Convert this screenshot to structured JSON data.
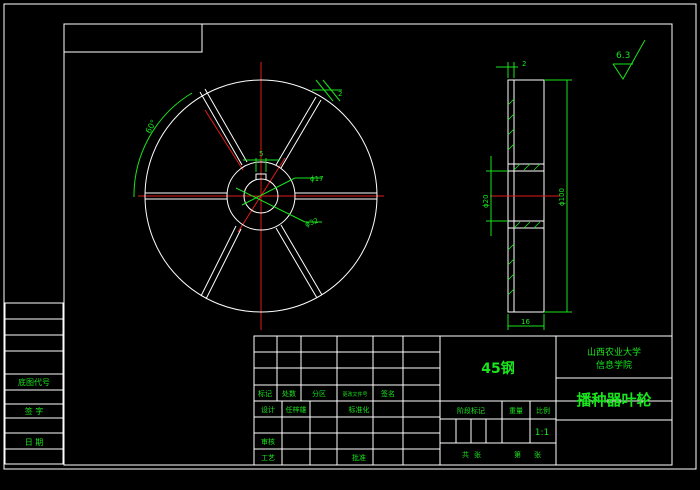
{
  "drawing": {
    "material": "45钢",
    "school_line1": "山西农业大学",
    "school_line2": "信息学院",
    "part_name": "播种器叶轮",
    "scale": "1:1"
  },
  "front_view": {
    "angle_label": "60°",
    "width_label": "2",
    "keyway_label": "5",
    "hole_dia_label": "ϕ17",
    "hub_dia_label": "ϕ32"
  },
  "side_view": {
    "top_label": "2",
    "bore_label": "ϕ20",
    "outer_dia_label": "ϕ100",
    "thickness_label": "16"
  },
  "roughness": "6.3",
  "title_block": {
    "biaoji": "标记",
    "chushu": "处数",
    "fenqu": "分区",
    "gengai": "更改文件号",
    "qianming": "签名",
    "sheji": "设计",
    "designer": "任梓雄",
    "biaozhunhua": "标准化",
    "shenhe": "审核",
    "gongyi": "工艺",
    "pizhun": "批准",
    "jieduan": "阶段标记",
    "zhongliang": "重量",
    "bili": "比例",
    "gong": "共",
    "zhang": "张",
    "di": "第",
    "zhang2": "张"
  },
  "side_block": {
    "dituhao": "底图代号",
    "qianzi": "签 字",
    "riqi": "日 期"
  }
}
